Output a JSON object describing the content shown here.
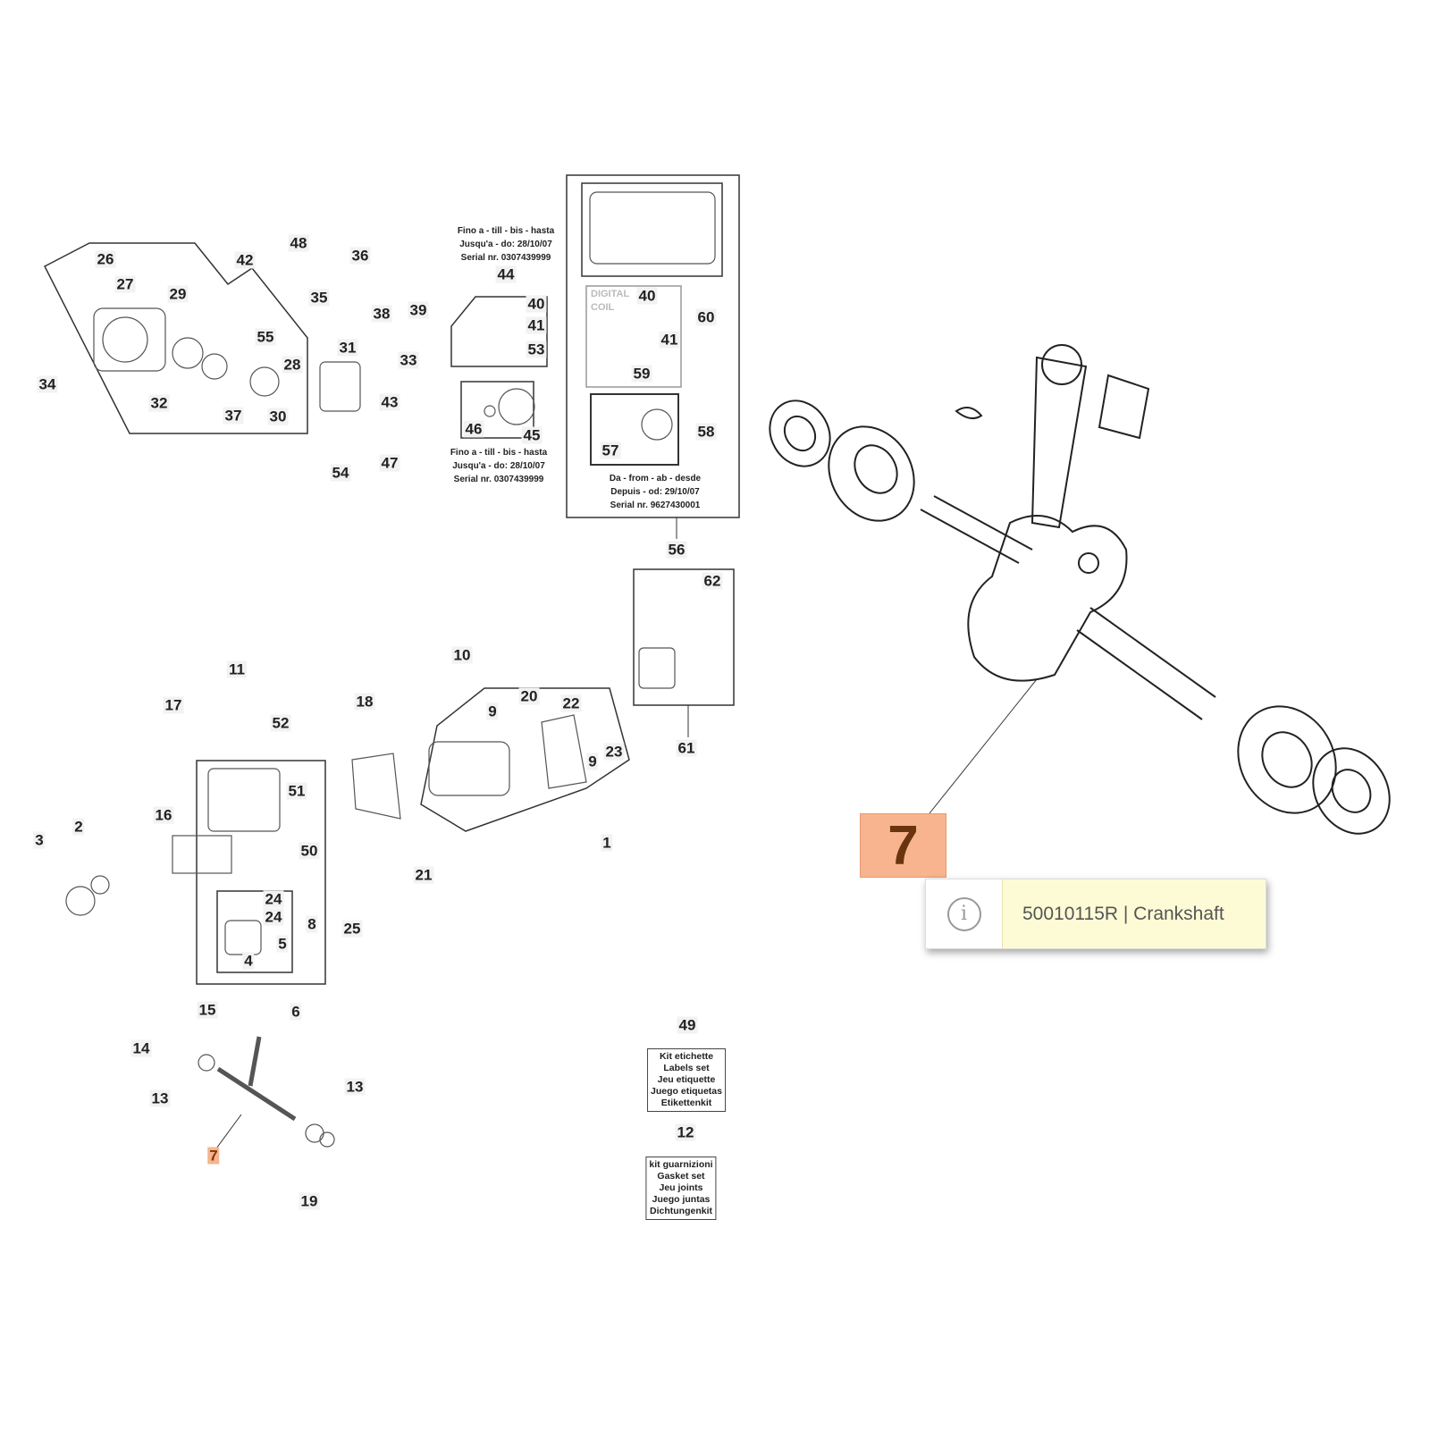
{
  "callouts": [
    "26",
    "27",
    "29",
    "42",
    "55",
    "28",
    "32",
    "37",
    "30",
    "34",
    "48",
    "36",
    "35",
    "38",
    "39",
    "33",
    "31",
    "43",
    "47",
    "54",
    "44",
    "40",
    "41",
    "53",
    "46",
    "45",
    "40",
    "60",
    "41",
    "59",
    "57",
    "58",
    "56",
    "62",
    "61",
    "10",
    "11",
    "52",
    "17",
    "18",
    "20",
    "22",
    "9",
    "9",
    "23",
    "1",
    "51",
    "50",
    "16",
    "3",
    "2",
    "21",
    "24",
    "24",
    "8",
    "25",
    "5",
    "4",
    "15",
    "6",
    "14",
    "13",
    "13",
    "7",
    "19",
    "49",
    "12"
  ],
  "highlighted_callout": "7",
  "notes": {
    "till_top": [
      "Fino a - till - bis - hasta",
      "Jusqu'a - do: 28/10/07",
      "Serial nr. 0307439999"
    ],
    "till_bottom": [
      "Fino a - till - bis - hasta",
      "Jusqu'a - do: 28/10/07",
      "Serial nr. 0307439999"
    ],
    "from": [
      "Da - from - ab - desde",
      "Depuis - od: 29/10/07",
      "Serial nr. 9627430001"
    ],
    "digital_coil": [
      "DIGITAL",
      "COIL"
    ]
  },
  "kits": {
    "labels": [
      "Kit etichette",
      "Labels set",
      "Jeu etiquette",
      "Juego etiquetas",
      "Etikettenkit"
    ],
    "gaskets": [
      "kit guarnizioni",
      "Gasket set",
      "Jeu  joints",
      "Juego juntas",
      "Dichtungenkit"
    ]
  },
  "detail": {
    "number": "7"
  },
  "tooltip": {
    "icon": "info-icon",
    "text": "50010115R | Crankshaft"
  },
  "colors": {
    "highlight": "#f7b48e",
    "tooltip_bg": "#fdfbd6"
  }
}
